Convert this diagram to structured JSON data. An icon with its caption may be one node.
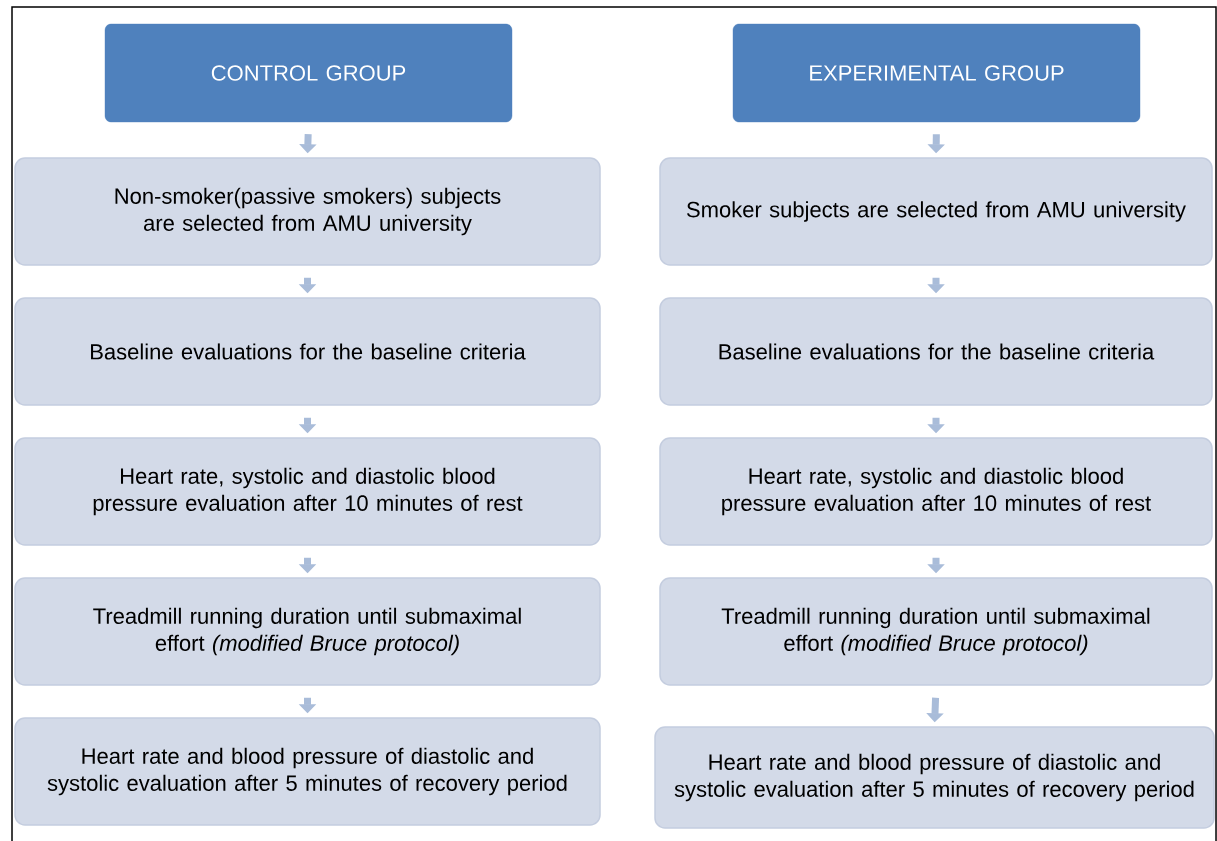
{
  "diagram": {
    "nodes": [
      {
        "text": [
          "CONTROL GROUP"
        ]
      },
      {
        "text": [
          "Non-smoker(passive smokers) subjects are selected from AMU university"
        ]
      },
      {
        "text": [
          "Baseline evaluations for the baseline criteria"
        ]
      },
      {
        "text": [
          "Heart rate, systolic and diastolic blood pressure evaluation after 10 minutes of rest"
        ]
      },
      {
        "text": [
          "Treadmill running duration until submaximal effort *(modified Bruce protocol)*"
        ]
      },
      {
        "text": [
          "Heart rate and blood pressure of diastolic and systolic evaluation after 5 minutes of recovery period"
        ]
      },
      {
        "text": [
          "EXPERIMENTAL GROUP"
        ]
      },
      {
        "text": [
          "Smoker subjects are selected from AMU university"
        ]
      },
      {
        "text": [
          "Baseline evaluations for the baseline criteria"
        ]
      },
      {
        "text": [
          "Heart rate, systolic and diastolic blood pressure evaluation after 10 minutes of rest"
        ]
      },
      {
        "text": [
          "Treadmill running duration until submaximal effort *(modified Bruce protocol)*"
        ]
      },
      {
        "text": [
          "Heart rate and blood pressure of diastolic and systolic evaluation after 5 minutes of recovery period"
        ]
      }
    ],
    "edges": [
      {
        "from": 0,
        "to": 1,
        "arrow": "to"
      },
      {
        "from": 1,
        "to": 2,
        "arrow": "to"
      },
      {
        "from": 2,
        "to": 3,
        "arrow": "to"
      },
      {
        "from": 3,
        "to": 4,
        "arrow": "to"
      },
      {
        "from": 4,
        "to": 5,
        "arrow": "to"
      },
      {
        "from": 6,
        "to": 7,
        "arrow": "to"
      },
      {
        "from": 7,
        "to": 8,
        "arrow": "to"
      },
      {
        "from": 8,
        "to": 9,
        "arrow": "to"
      },
      {
        "from": 9,
        "to": 10,
        "arrow": "to"
      },
      {
        "from": 10,
        "to": 11,
        "arrow": "to"
      }
    ]
  }
}
